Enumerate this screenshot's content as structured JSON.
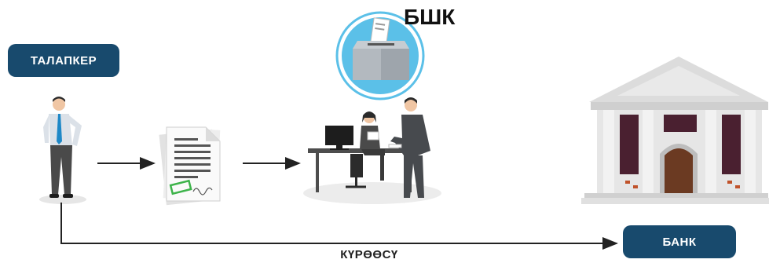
{
  "labels": {
    "candidate": "ТАЛАПКЕР",
    "commission": "БШК",
    "bank": "БАНК",
    "deposit": "КҮРӨӨСҮ"
  },
  "icons": {
    "candidate": "businessman-person-icon",
    "documents": "document-stack-icon",
    "office": "office-desk-workers-icon",
    "ballot": "ballot-box-icon",
    "bank": "bank-building-icon"
  },
  "colors": {
    "pill": "#184a6d",
    "ballot_ring": "#5bc0e8",
    "arrow": "#222222",
    "bank_door": "#6b3a22",
    "bank_window": "#4a2030"
  }
}
